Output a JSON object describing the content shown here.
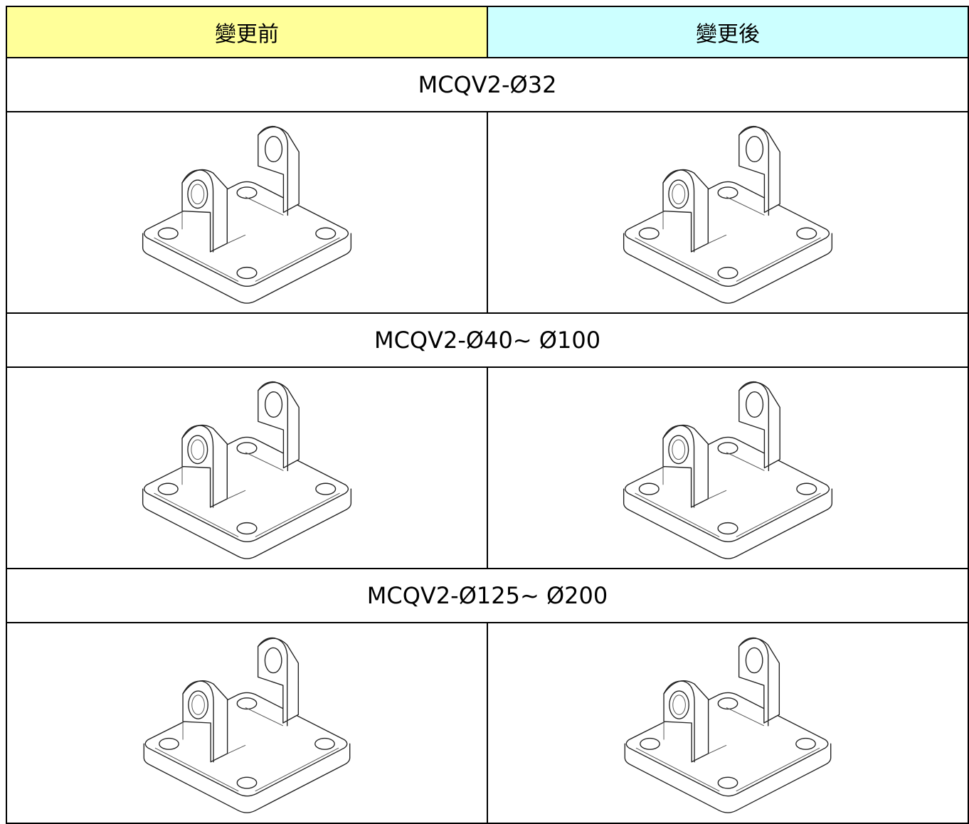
{
  "header": {
    "before": "變更前",
    "after": "變更後"
  },
  "rows": [
    {
      "model": "MCQV2-Ø32",
      "before_image": "clevis-bracket-drawing",
      "after_image": "clevis-bracket-drawing"
    },
    {
      "model": "MCQV2-Ø40~ Ø100",
      "before_image": "clevis-bracket-drawing",
      "after_image": "clevis-bracket-drawing"
    },
    {
      "model": "MCQV2-Ø125~ Ø200",
      "before_image": "clevis-bracket-drawing",
      "after_image": "clevis-bracket-drawing"
    }
  ]
}
